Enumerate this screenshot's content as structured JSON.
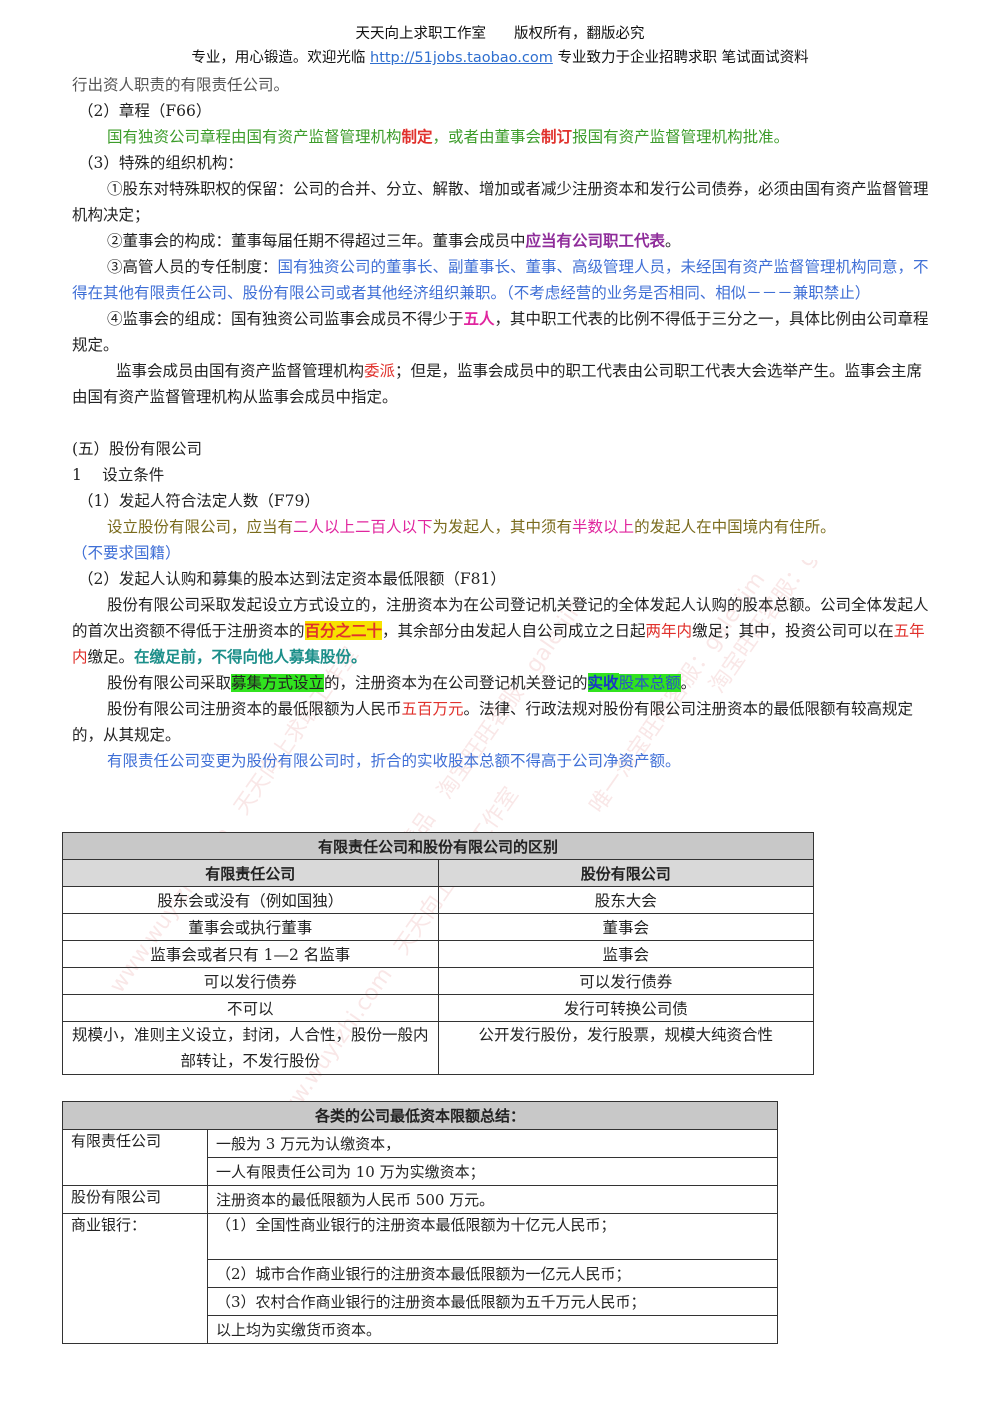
{
  "header": {
    "line1_a": "天天向上求职工作室",
    "line1_b": "版权所有，翻版必究",
    "line2_a": "专业，用心锻造。欢迎光临",
    "line2_link": "http://51jobs.taobao.com",
    "line2_b": "专业致力于企业招聘求职 笔试面试资料"
  },
  "body": {
    "p0": "行出资人职责的有限责任公司。",
    "s2_title": "（2）章程（F66）",
    "s2_a": "国有独资公司章程由国有资产监督管理机构",
    "s2_b": "制定",
    "s2_c": "，或者由董事会",
    "s2_d": "制订",
    "s2_e": "报国有资产监督管理机构批准。",
    "s3_title": "（3）特殊的组织机构：",
    "s3_1": "①股东对特殊职权的保留：公司的合并、分立、解散、增加或者减少注册资本和发行公司债券，必须由国有资产监督管理机构决定；",
    "s3_2a": "②董事会的构成：董事每届任期不得超过三年。董事会成员中",
    "s3_2b": "应当有公司职工代表",
    "s3_2c": "。",
    "s3_3a": "③高管人员的专任制度：",
    "s3_3b": "国有独资公司的董事长、副董事长、董事、高级管理人员，未经国有资产监督管理机构同意，不得在其他有限责任公司、股份有限公司或者其他经济组织兼职。（不考虑经营的业务是否相同、相似－－－兼职禁止）",
    "s3_4a": "④监事会的组成：国有独资公司监事会成员不得少于",
    "s3_4b": "五人",
    "s3_4c": "，其中职工代表的比例不得低于三分之一，具体比例由公司章程规定。",
    "s3_5a": "监事会成员由国有资产监督管理机构",
    "s3_5b": "委派",
    "s3_5c": "；但是，监事会成员中的职工代表由公司职工代表大会选举产生。监事会主席由国有资产监督管理机构从监事会成员中指定。",
    "sec5": "(五）股份有限公司",
    "sub1": "1　 设立条件",
    "c1_title": "（1）发起人符合法定人数（F79）",
    "c1_a": "设立股份有限公司，应当有",
    "c1_b": "二人以上二百人以下",
    "c1_c": "为发起人，其中须有",
    "c1_d": "半数以上",
    "c1_e": "的发起人在中国境内有住所。",
    "c1_f": "（不要求国籍）",
    "c2_title": "（2）发起人认购和募集的股本达到法定资本最低限额（F81）",
    "c2_p1a": "股份有限公司采取发起设立方式设立的，注册资本为在公司登记机关登记的全体发起人认购的股本总额。公司全体发起人的首次出资额不得低于注册资本的",
    "c2_p1b": "百分之二十",
    "c2_p1c": "，其余部分由发起人自公司成立之日起",
    "c2_p1d": "两年内",
    "c2_p1e": "缴足；其中，投资公司可以在",
    "c2_p1f": "五年内",
    "c2_p1g": "缴足。",
    "c2_p1h": "在缴足前，不得向他人募集股份。",
    "c2_p2a": "股份有限公司采取",
    "c2_p2b": "募集方式设立",
    "c2_p2c": "的，注册资本为在公司登记机关登记的",
    "c2_p2d": "实收",
    "c2_p2e": "股本总额",
    "c2_p2f": "。",
    "c2_p3a": "股份有限公司注册资本的最低限额为人民币",
    "c2_p3b": "五百万元",
    "c2_p3c": "。法律、行政法规对股份有限公司注册资本的最低限额有较高规定的，从其规定。",
    "c2_p4": "有限责任公司变更为股份有限公司时，折合的实收股本总额不得高于公司净资产额。"
  },
  "table1": {
    "title": "有限责任公司和股份有限公司的区别",
    "col_left": "有限责任公司",
    "col_right": "股份有限公司",
    "rows": [
      [
        "股东会或没有（例如国独）",
        "股东大会"
      ],
      [
        "董事会或执行董事",
        "董事会"
      ],
      [
        "监事会或者只有 1—2 名监事",
        "监事会"
      ],
      [
        "可以发行债券",
        "可以发行债券"
      ],
      [
        "不可以",
        "发行可转换公司债"
      ],
      [
        "规模小，准则主义设立，封闭，人合性，股份一般内部转让，不发行股份",
        "公开发行股份，发行股票，规模大纯资合性"
      ]
    ]
  },
  "table2": {
    "title": "各类的公司最低资本限额总结：",
    "llc": "有限责任公司",
    "llc_1": "一般为 3 万元为认缴资本，",
    "llc_2": "一人有限责任公司为 10 万为实缴资本；",
    "jsc": "股份有限公司",
    "jsc_1": "注册资本的最低限额为人民币 500 万元。",
    "bank": "商业银行：",
    "bank_1": "（1）全国性商业银行的注册资本最低限额为十亿元人民币；",
    "bank_2": "（2）城市合作商业银行的注册资本最低限额为一亿元人民币；",
    "bank_3": "（3）农村合作商业银行的注册资本最低限额为五千万元人民币；",
    "bank_4": "以上均为实缴货币资本。"
  }
}
